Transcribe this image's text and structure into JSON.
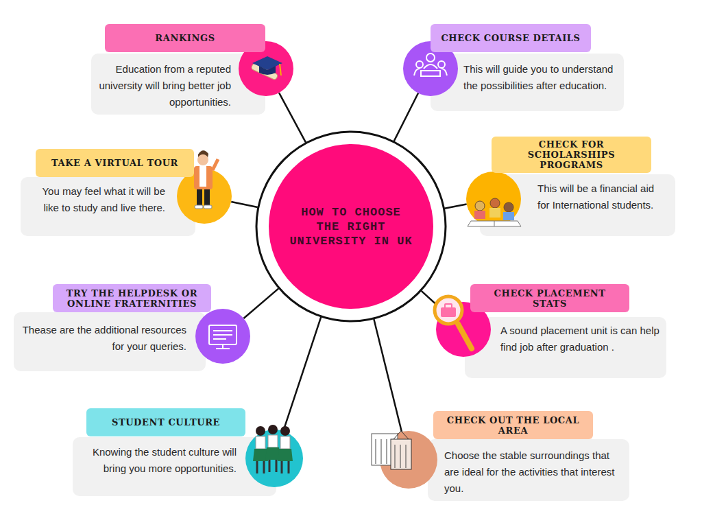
{
  "diagram": {
    "nodes": [
      {
        "text": [
          "HOW TO CHOOSE THE RIGHT UNIVERSITY IN UK"
        ]
      },
      {
        "text": [
          "RANKINGS",
          "Education from a reputed university will bring better job opportunities."
        ]
      },
      {
        "text": [
          "CHECK COURSE DETAILS",
          "This will guide you to understand the possibilities after education."
        ]
      },
      {
        "text": [
          "TAKE A VIRTUAL TOUR",
          "You may feel what it will be like to study and live there."
        ]
      },
      {
        "text": [
          "CHECK FOR SCHOLARSHIPS PROGRAMS",
          "This will be a financial aid for International students."
        ]
      },
      {
        "text": [
          "TRY THE HELPDESK OR ONLINE FRATERNITIES",
          "Thease are the additional resources for your queries."
        ]
      },
      {
        "text": [
          "CHECK PLACEMENT STATS",
          "A sound placement unit is can help find job after graduation ."
        ]
      },
      {
        "text": [
          "STUDENT CULTURE",
          "Knowing the student culture will bring you more opportunities."
        ]
      },
      {
        "text": [
          "CHECK OUT THE LOCAL AREA",
          "Choose the stable surroundings that are ideal for the activities that interest you."
        ]
      }
    ],
    "edges": [
      {
        "from": 0,
        "to": 1,
        "arrow": "none"
      },
      {
        "from": 0,
        "to": 2,
        "arrow": "none"
      },
      {
        "from": 0,
        "to": 3,
        "arrow": "none"
      },
      {
        "from": 0,
        "to": 4,
        "arrow": "none"
      },
      {
        "from": 0,
        "to": 5,
        "arrow": "none"
      },
      {
        "from": 0,
        "to": 6,
        "arrow": "none"
      },
      {
        "from": 0,
        "to": 7,
        "arrow": "none"
      },
      {
        "from": 0,
        "to": 8,
        "arrow": "none"
      }
    ]
  }
}
